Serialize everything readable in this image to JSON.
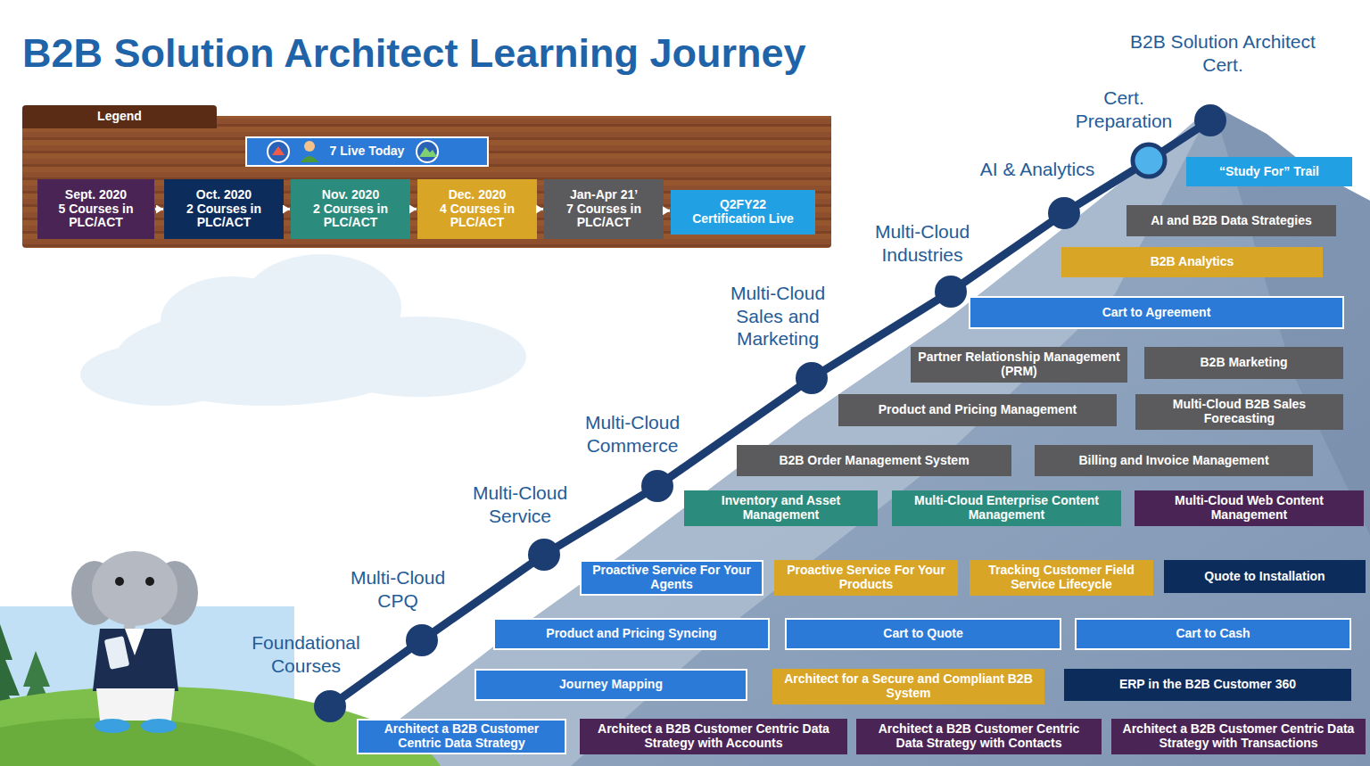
{
  "diagram": {
    "title": "B2B Solution Architect Learning Journey",
    "nodes": [
      {
        "text": [
          "Legend"
        ]
      },
      {
        "text": [
          "7 Live Today"
        ],
        "in": 0
      },
      {
        "text": [
          "Sept. 2020",
          "5 Courses in PLC/ACT"
        ],
        "in": 0
      },
      {
        "text": [
          "Oct. 2020",
          "2 Courses in PLC/ACT"
        ],
        "in": 0
      },
      {
        "text": [
          "Nov. 2020",
          "2 Courses in PLC/ACT"
        ],
        "in": 0
      },
      {
        "text": [
          "Dec. 2020",
          "4 Courses in PLC/ACT"
        ],
        "in": 0
      },
      {
        "text": [
          "Jan-Apr 21’",
          "7 Courses in PLC/ACT"
        ],
        "in": 0
      },
      {
        "text": [
          "Q2FY22",
          "Certification Live"
        ],
        "in": 0
      },
      {
        "text": [
          "“Study For” Trail"
        ]
      },
      {
        "text": [
          "AI and B2B Data Strategies"
        ]
      },
      {
        "text": [
          "B2B Analytics"
        ]
      },
      {
        "text": [
          "Cart to Agreement"
        ]
      },
      {
        "text": [
          "Partner Relationship Management (PRM)"
        ]
      },
      {
        "text": [
          "B2B Marketing"
        ]
      },
      {
        "text": [
          "Product and Pricing Management"
        ]
      },
      {
        "text": [
          "Multi-Cloud B2B Sales Forecasting"
        ]
      },
      {
        "text": [
          "B2B Order Management System"
        ]
      },
      {
        "text": [
          "Billing and Invoice Management"
        ]
      },
      {
        "text": [
          "Inventory and Asset Management"
        ]
      },
      {
        "text": [
          "Multi-Cloud Enterprise Content Management"
        ]
      },
      {
        "text": [
          "Multi-Cloud Web Content Management"
        ]
      },
      {
        "text": [
          "Proactive Service For Your Agents"
        ]
      },
      {
        "text": [
          "Proactive Service For Your Products"
        ]
      },
      {
        "text": [
          "Tracking Customer Field Service Lifecycle"
        ]
      },
      {
        "text": [
          "Quote to Installation"
        ]
      },
      {
        "text": [
          "Product and Pricing Syncing"
        ]
      },
      {
        "text": [
          "Cart to Quote"
        ]
      },
      {
        "text": [
          "Cart to Cash"
        ]
      },
      {
        "text": [
          "Journey Mapping"
        ]
      },
      {
        "text": [
          "Architect for a Secure and Compliant B2B System"
        ]
      },
      {
        "text": [
          "ERP in the B2B Customer 360"
        ]
      },
      {
        "text": [
          "Architect a B2B Customer Centric Data Strategy"
        ]
      },
      {
        "text": [
          "Architect a B2B Customer Centric Data Strategy with Accounts"
        ]
      },
      {
        "text": [
          "Architect a B2B Customer Centric Data Strategy with Contacts"
        ]
      },
      {
        "text": [
          "Architect a B2B Customer Centric Data Strategy with Transactions"
        ]
      }
    ],
    "edges": [
      {
        "from": 2,
        "to": 3,
        "arrow": "to"
      },
      {
        "from": 3,
        "to": 4,
        "arrow": "to"
      },
      {
        "from": 4,
        "to": 5,
        "arrow": "to"
      },
      {
        "from": 5,
        "to": 6,
        "arrow": "to"
      },
      {
        "from": 6,
        "to": 7,
        "arrow": "to"
      }
    ],
    "labels": [
      "B2B Solution Architect Cert.",
      "Cert. Preparation",
      "AI & Analytics",
      "Multi-Cloud Industries",
      "Multi-Cloud Sales and Marketing",
      "Multi-Cloud Commerce",
      "Multi-Cloud Service",
      "Multi-Cloud CPQ",
      "Foundational Courses"
    ]
  }
}
